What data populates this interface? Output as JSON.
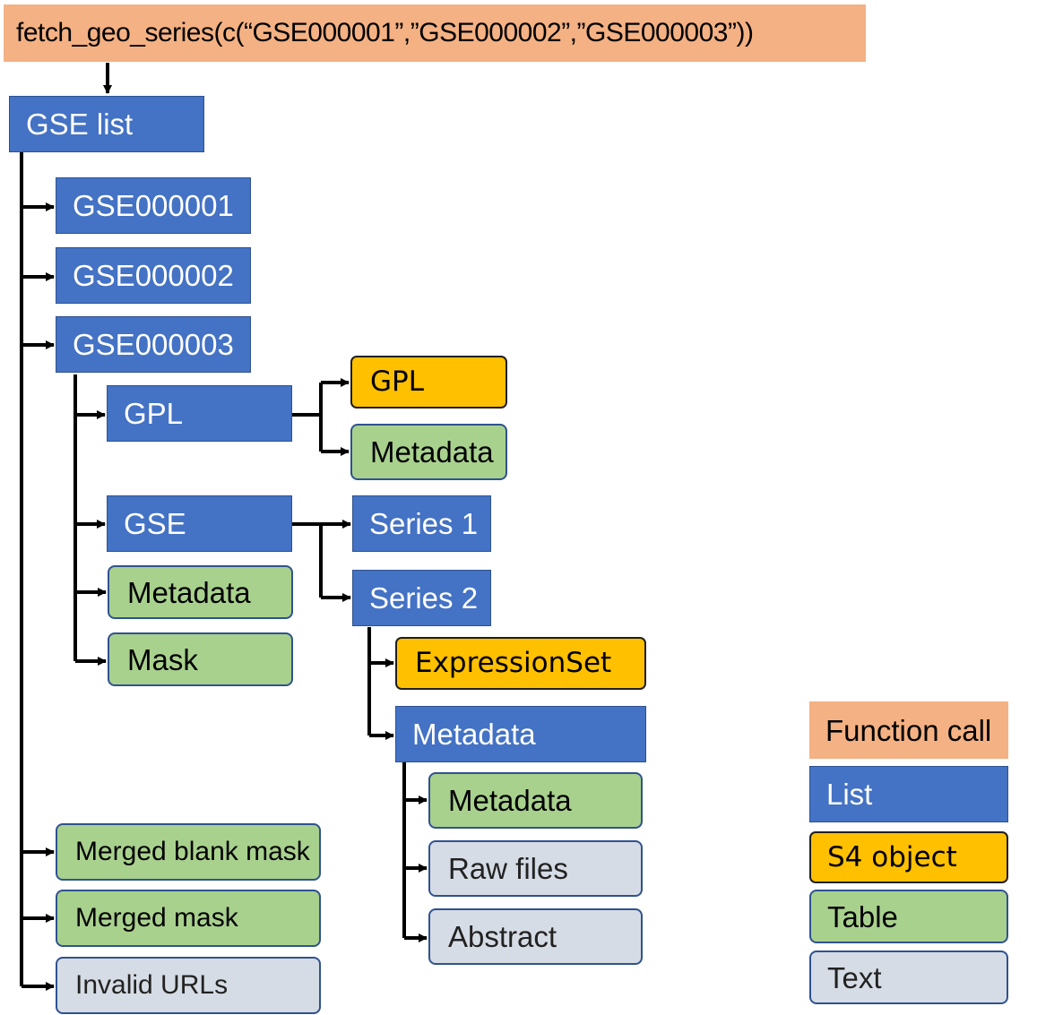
{
  "function_call": "fetch_geo_series(c(“GSE000001”,”GSE000002”,”GSE000003”))",
  "nodes": {
    "gse_list": "GSE list",
    "gse1": "GSE000001",
    "gse2": "GSE000002",
    "gse3": "GSE000003",
    "gpl_list": "GPL",
    "gpl_s4": "GPL",
    "gpl_metadata": "Metadata",
    "gse": "GSE",
    "series1": "Series 1",
    "series2": "Series 2",
    "expressionset": "ExpressionSet",
    "series_metadata": "Metadata",
    "meta_metadata": "Metadata",
    "raw_files": "Raw files",
    "abstract": "Abstract",
    "gse_metadata": "Metadata",
    "mask": "Mask",
    "merged_blank_mask": "Merged blank mask",
    "merged_mask": "Merged mask",
    "invalid_urls": "Invalid URLs"
  },
  "legend": [
    {
      "label": "Function call",
      "type": "function-call",
      "color": "#f4b183"
    },
    {
      "label": "List",
      "type": "list",
      "color": "#4472c4"
    },
    {
      "label": "S4 object",
      "type": "s4-object",
      "color": "#ffc000"
    },
    {
      "label": "Table",
      "type": "table",
      "color": "#a9d18e"
    },
    {
      "label": "Text",
      "type": "text",
      "color": "#d6dce5"
    }
  ]
}
